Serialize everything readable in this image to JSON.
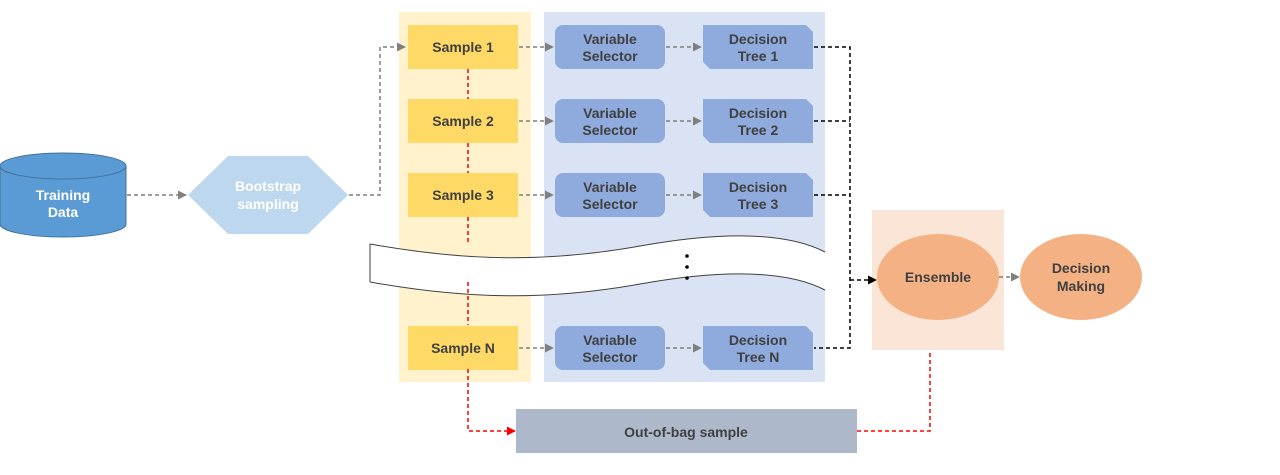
{
  "colors": {
    "sample_column_bg": "#FFF2CC",
    "sample_box": "#FFD966",
    "tree_panel_bg": "#DAE3F3",
    "selector_box": "#8FAADC",
    "tree_box": "#8FAADC",
    "cylinder": "#5B9BD5",
    "hexagon": "#BDD7EE",
    "ensemble_panel_bg": "#FBE5D6",
    "ellipse": "#F4B183",
    "oob_box": "#ADB9CA",
    "gray_arrow": "#7F7F7F",
    "black_arrow": "#000000",
    "red_arrow": "#FF0000",
    "dark_text": "#404040",
    "light_text": "#FFFFFF"
  },
  "training_data": {
    "line1": "Training",
    "line2": "Data"
  },
  "bootstrap": {
    "line1": "Bootstrap",
    "line2": "sampling"
  },
  "rows": [
    {
      "sample": "Sample 1",
      "selector_line1": "Variable",
      "selector_line2": "Selector",
      "tree_line1": "Decision",
      "tree_line2": "Tree 1"
    },
    {
      "sample": "Sample 2",
      "selector_line1": "Variable",
      "selector_line2": "Selector",
      "tree_line1": "Decision",
      "tree_line2": "Tree 2"
    },
    {
      "sample": "Sample 3",
      "selector_line1": "Variable",
      "selector_line2": "Selector",
      "tree_line1": "Decision",
      "tree_line2": "Tree 3"
    },
    {
      "sample": "Sample N",
      "selector_line1": "Variable",
      "selector_line2": "Selector",
      "tree_line1": "Decision",
      "tree_line2": "Tree N"
    }
  ],
  "ensemble": {
    "label": "Ensemble"
  },
  "decision_making": {
    "line1": "Decision",
    "line2": "Making"
  },
  "oob": {
    "label": "Out-of-bag sample"
  }
}
